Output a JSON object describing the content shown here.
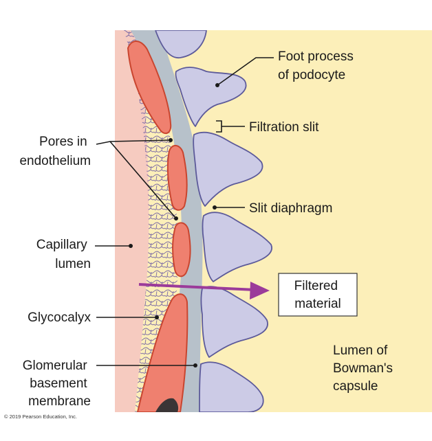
{
  "labels": {
    "foot_process": [
      "Foot process",
      "of podocyte"
    ],
    "filtration_slit": "Filtration slit",
    "slit_diaphragm": "Slit diaphragm",
    "pores": [
      "Pores in",
      "endothelium"
    ],
    "capillary_lumen": [
      "Capillary",
      "lumen"
    ],
    "glycocalyx": "Glycocalyx",
    "gbm": [
      "Glomerular",
      "basement",
      "membrane"
    ],
    "filtered_material": [
      "Filtered",
      "material"
    ],
    "bowmans_lumen": [
      "Lumen of",
      "Bowman's",
      "capsule"
    ]
  },
  "copyright": "© 2019 Pearson Education, Inc.",
  "colors": {
    "bowmans_space": "#fcefb9",
    "capillary_lumen": "#f6cbc0",
    "endothelium": "#ef806f",
    "endothelium_outline": "#c9452f",
    "glycocalyx_lines": "#7b6aa5",
    "basement_membrane": "#b7c1ca",
    "podocyte": "#cccbe6",
    "podocyte_outline": "#5c5a9a",
    "arrow": "#9b3b9a",
    "nucleus": "#3a3536"
  }
}
